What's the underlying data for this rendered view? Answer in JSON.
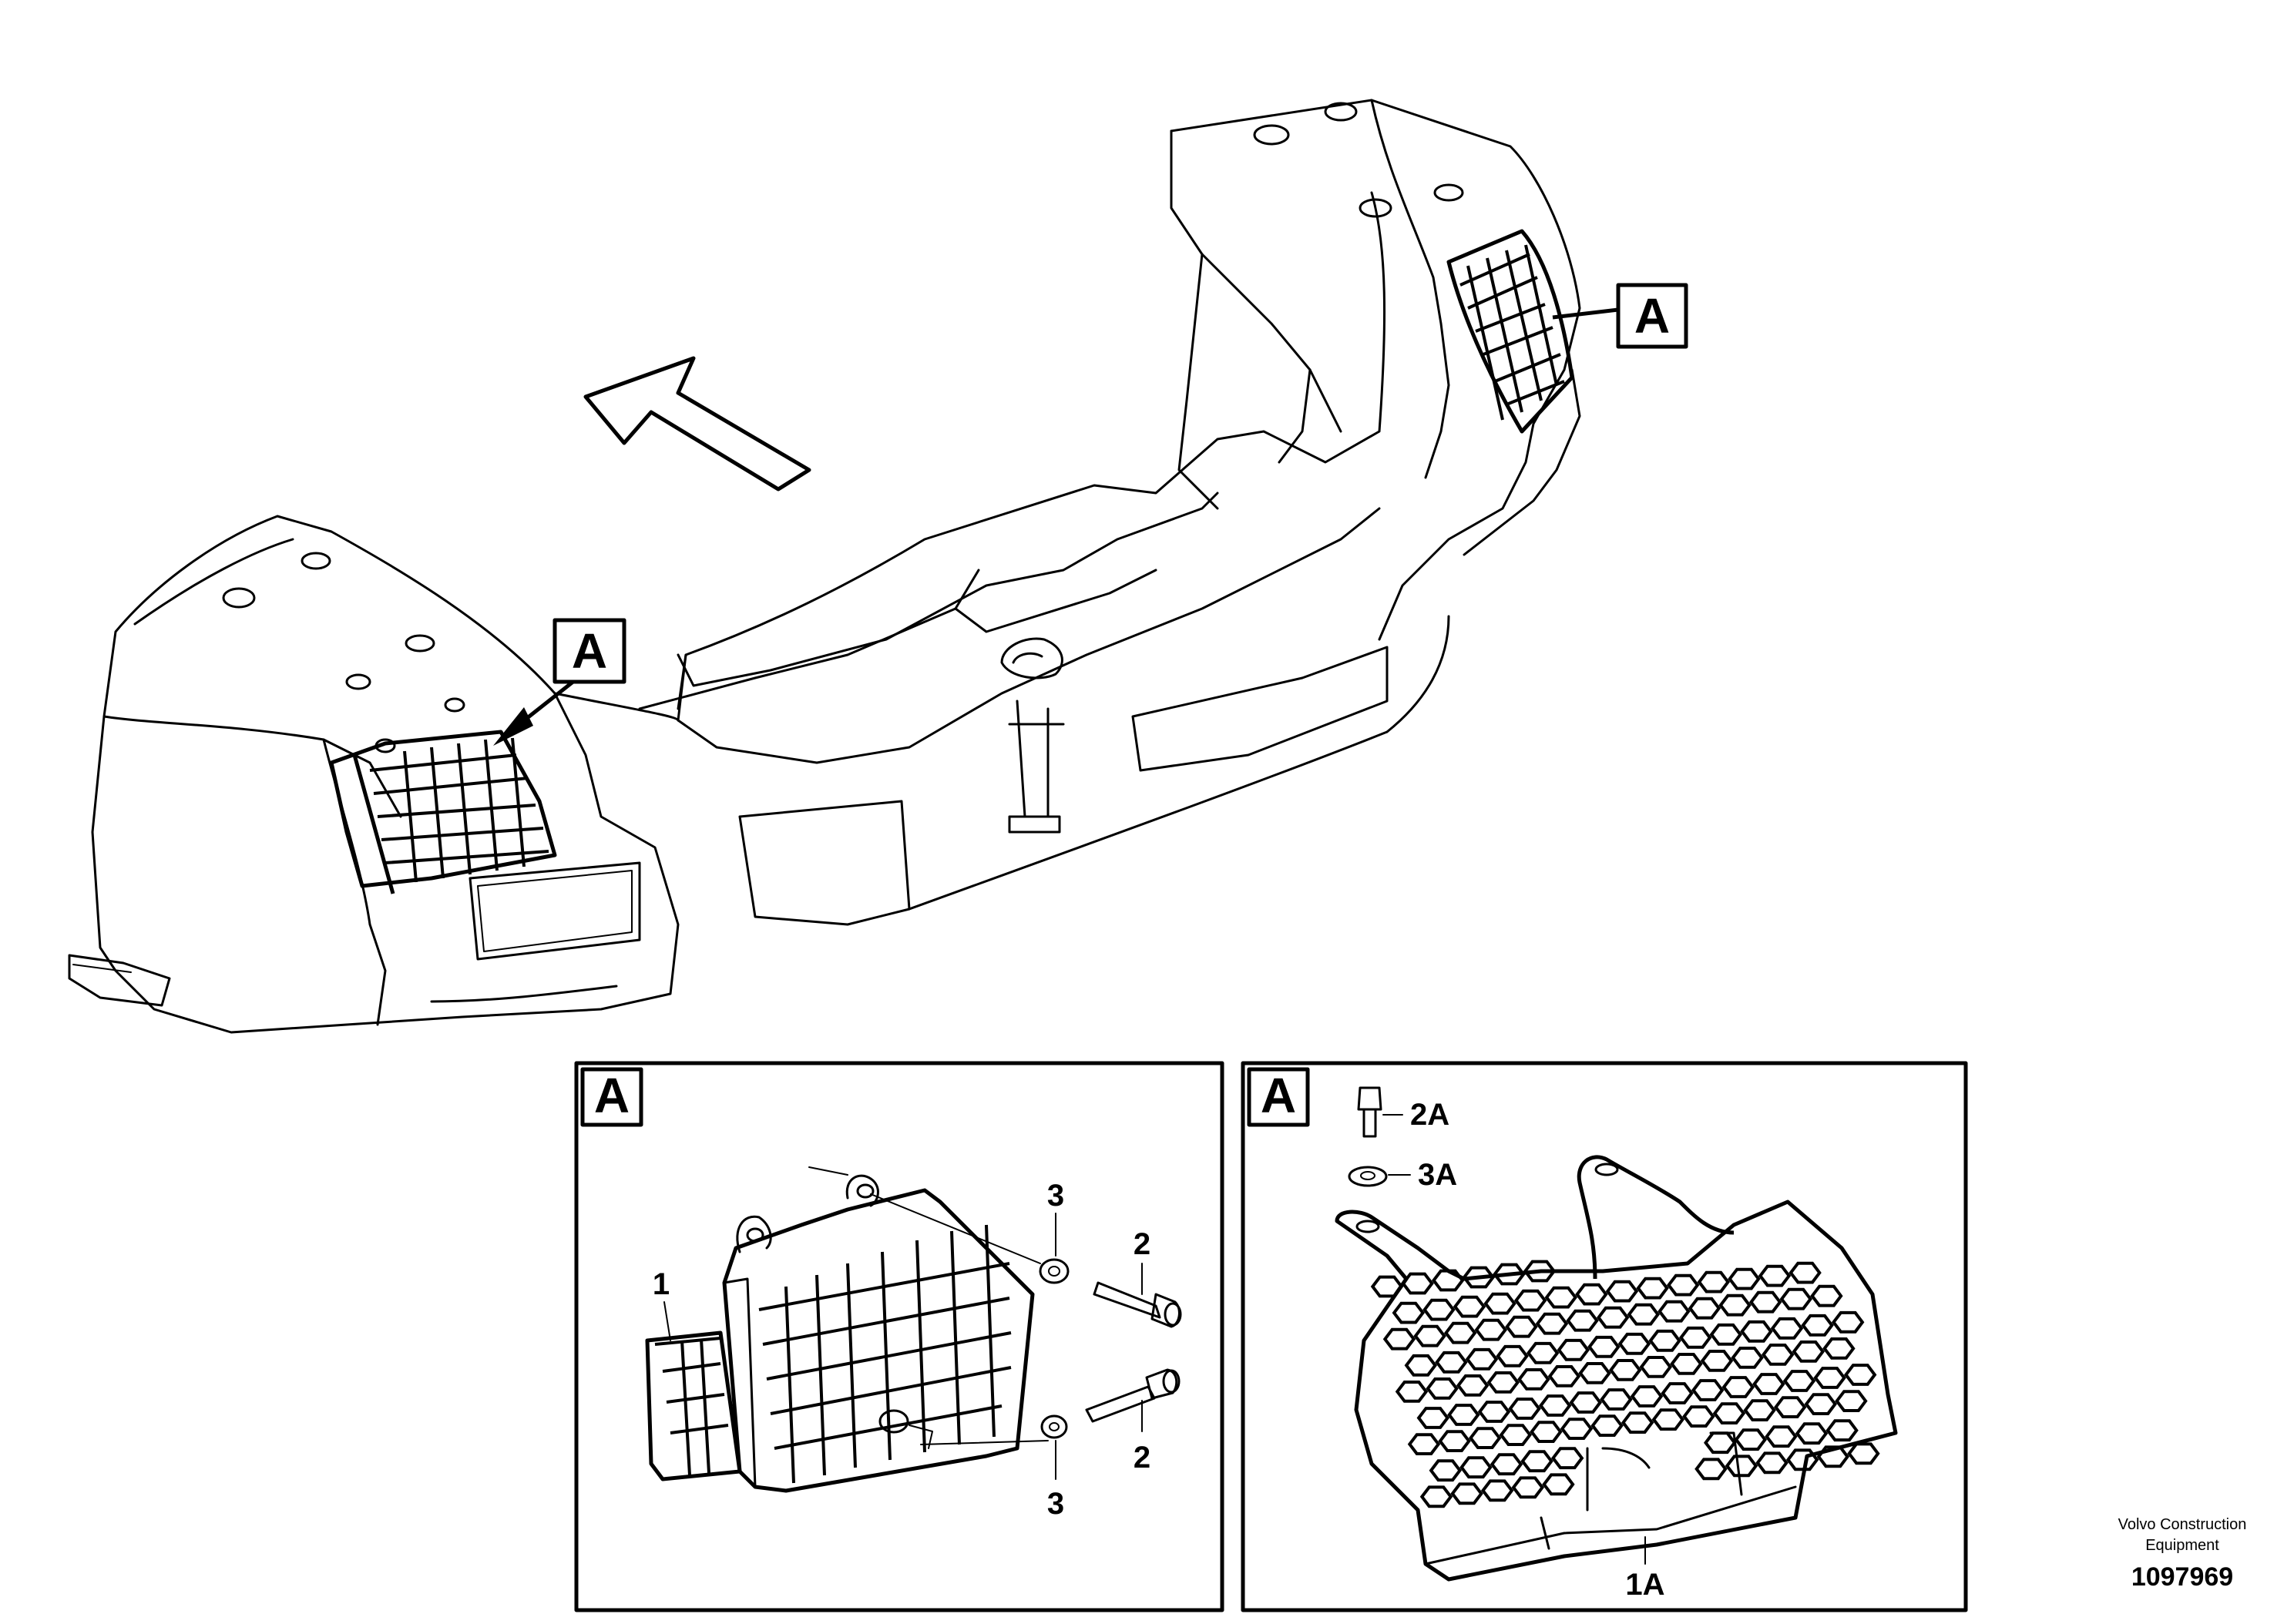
{
  "callouts": {
    "top_right": "A",
    "top_left": "A",
    "panel_left": "A",
    "panel_right": "A"
  },
  "part_labels": {
    "p1": "1",
    "p2_upper": "2",
    "p2_lower": "2",
    "p3_upper": "3",
    "p3_lower": "3",
    "p1A": "1A",
    "p2A": "2A",
    "p3A": "3A"
  },
  "footer": {
    "brand_line1": "Volvo Construction",
    "brand_line2": "Equipment",
    "drawing_number": "1097969"
  },
  "colors": {
    "line": "#000000",
    "background": "#ffffff"
  },
  "icons": [
    "direction-arrow-icon"
  ]
}
